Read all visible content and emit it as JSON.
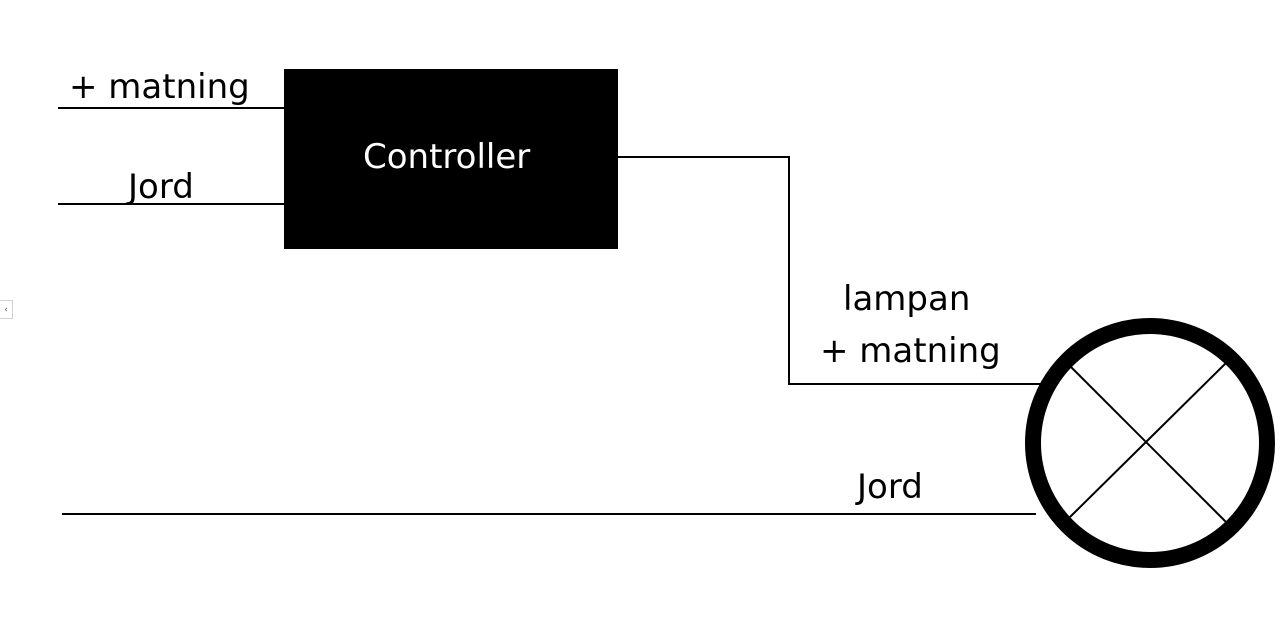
{
  "labels": {
    "supply_in": "+ matning",
    "ground_in": "Jord",
    "controller": "Controller",
    "lamp_label_line1": "lampan",
    "lamp_label_line2": "+ matning",
    "ground_out": "Jord"
  },
  "edge_tab_glyph": "‹",
  "colors": {
    "line": "#000000",
    "box": "#000000",
    "box_text": "#ffffff",
    "background": "#ffffff"
  }
}
